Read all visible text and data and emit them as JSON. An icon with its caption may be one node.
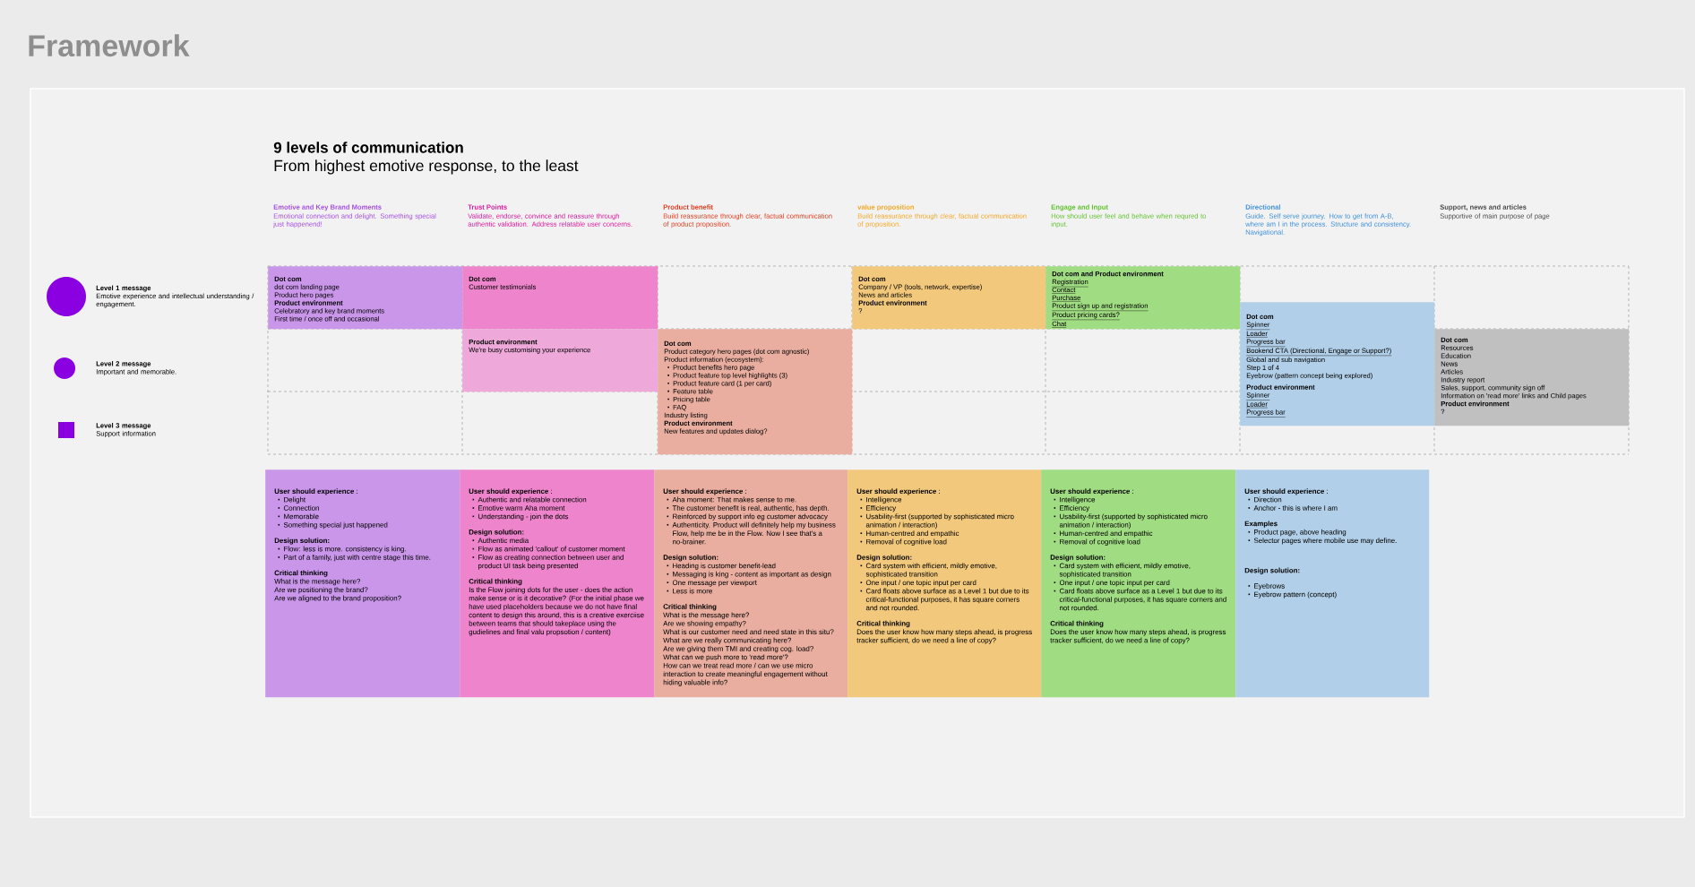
{
  "diagram": {
    "title": "Framework",
    "nodes": [
      {
        "text": [],
        "shape": "circle",
        "beside": [
          "Level 1 message",
          "Emotive experience and intellectual understanding / engagement."
        ]
      },
      {
        "text": [],
        "shape": "circle",
        "beside": [
          "Level 2 message",
          "Important and memorable."
        ]
      },
      {
        "text": [],
        "shape": "box",
        "beside": [
          "Level 3 message",
          "Support information"
        ]
      },
      {
        "text": [
          "Dot com",
          "dot com landing page",
          "Product hero pages",
          "Product environment",
          "Celebratory and key brand moments",
          "First time / once off and occasional"
        ]
      },
      {
        "text": [
          "Dot com",
          "Customer testimonials"
        ]
      },
      {
        "text": [
          "Product environment",
          "We're busy customising your experience"
        ]
      },
      {
        "text": [
          "Dot com",
          "Product category hero pages (dot com agnostic)",
          "Product information (ecosystem):",
          "Product benefits hero page",
          "Product feature top level highlights (3)",
          "Product feature card (1 per card)",
          "Feature table",
          "Pricing table",
          "FAQ",
          "Industry listing",
          "Product environment",
          "New features and updates dialog?"
        ]
      },
      {
        "text": [
          "Dot com",
          "Company / VP (tools, network, expertise)",
          "News and articles",
          "Product environment",
          "?"
        ]
      },
      {
        "text": [
          "Dot com and Product environment",
          "Registration",
          "Contact",
          "Purchase",
          "Product sign up and registration",
          "Product pricing cards?",
          "Chat"
        ]
      },
      {
        "text": [
          "Dot com",
          "Spinner",
          "Loader",
          "Progress bar",
          "Bookend CTA (Directional, Engage or Support?)",
          "Global and sub navigation",
          "Step 1 of 4",
          "Eyebrow (pattern concept being explored)",
          "Product environment",
          "Spinner",
          "Loader",
          "Progress bar"
        ]
      },
      {
        "text": [
          "Dot com",
          "Resources",
          "Education",
          "News",
          "Articles",
          "Industry report",
          "Sales, support, community sign off",
          "Information on 'read more' links and Child pages",
          "Product environment",
          "?"
        ]
      },
      {
        "text": [
          "**User should experience** :",
          "Delight",
          "Connection",
          "Memorable",
          "Something special just happened",
          "Design solution:",
          "Flow: less is more. consistency is king.",
          "Part of a family, just with centre stage this time.",
          "Critical thinking",
          "What is the message here?",
          "Are we positioning the brand?",
          "Are we aligned to the brand proposition?"
        ]
      },
      {
        "text": [
          "**User should experience** :",
          "Authentic and relatable connection",
          "Emotive warm Aha moment",
          "Understanding - join the dots",
          "Design solution:",
          "Authentic media",
          "Flow as animated 'callout' of customer moment",
          "Flow as creating connection between user and product UI task being presented",
          "Critical thinking",
          "Is the Flow joining dots for the user - does the action make sense or is it decorative? (For the initial phase we have used placeholders because we do not have final content to design this around, this is a creative exerciise between teams that should takeplace using the gudielines and final valu propsotion / content)"
        ]
      },
      {
        "text": [
          "**User should experience** :",
          "Aha moment: That makes sense to me.",
          "The customer benefit is real, authentic, has depth.",
          "Reinforced by support info eg customer advocacy",
          "Authenticity. Product will definitely help my business Flow, help me be in the Flow. Now I see that's a no-brainer.",
          "Design solution:",
          "Heading is customer benefit-lead",
          "Messaging is king - content as important as design",
          "One message per viewport",
          "Less is more",
          "Critical thinking",
          "What is the message here?",
          "Are we showing empathy?",
          "What is our customer need and need state in this situ?",
          "What are we really communicating here?",
          "Are we giving them TMI and creating cog. load?",
          "What can we push more to 'read more'?",
          "How can we treat read more / can we use micro interaction to create meaningful engagement without hiding valuable info?"
        ]
      },
      {
        "text": [
          "**User should experience** :",
          "Intelligence",
          "Efficiency",
          "Usability-first (supported by sophisticated micro animation / interaction)",
          "Human-centred and empathic",
          "Removal of cognitive load",
          "Design solution:",
          "Card system with efficient, mildly emotive, sophisticated transition",
          "One input / one topic input per card",
          "Card floats above surface as a Level 1 but due to its critical-functional purposes, it has square corners and not rounded.",
          "Critical thinking",
          "Does the user know how many steps ahead, is progress tracker sufficient, do we need a line of copy?"
        ]
      },
      {
        "text": [
          "**User should experience** :",
          "Intelligence",
          "Efficiency",
          "Usability-first (supported by sophisticated micro animation / interaction)",
          "Human-centred and empathic",
          "Removal of cognitive load",
          "Design solution:",
          "Card system with efficient, mildly emotive, sophisticated transition",
          "One input / one topic input per card",
          "Card floats above surface as a Level 1 but due to its critical-functional purposes, it has square corners and not rounded.",
          "Critical thinking",
          "Does the user know how many steps ahead, is progress tracker sufficient, do we need a line of copy?"
        ]
      },
      {
        "text": [
          "**User should experience** :",
          "Direction",
          "Anchor - this is where I am",
          "Examples",
          "Product page, above heading",
          "Selector pages where mobile use may define.",
          "Design solution:",
          "Eyebrows",
          "Eyebrow pattern (concept)"
        ]
      }
    ],
    "labels": [
      "9 levels of communication",
      "From highest emotive response, to the least",
      "Emotive and Key Brand Moments",
      "Emotional connection and delight. Something special just happenend!",
      "Trust Points",
      "Validate, endorse, convince and reassure through authentic validation. Address relatable user concerns.",
      "Product benefit",
      "Build reassurance through clear, factual communication of product proposition.",
      "value proposition",
      "Build reassurance through clear, factual communication of proposition.",
      "Engage and Input",
      "How should user feel and behave when requred to input.",
      "Directional",
      "Guide. Self serve journey. How to get from A-B, where am I in the process. Structure and consistency. Navigational.",
      "Support, news and articles",
      "Supportive of main purpose of page"
    ]
  }
}
